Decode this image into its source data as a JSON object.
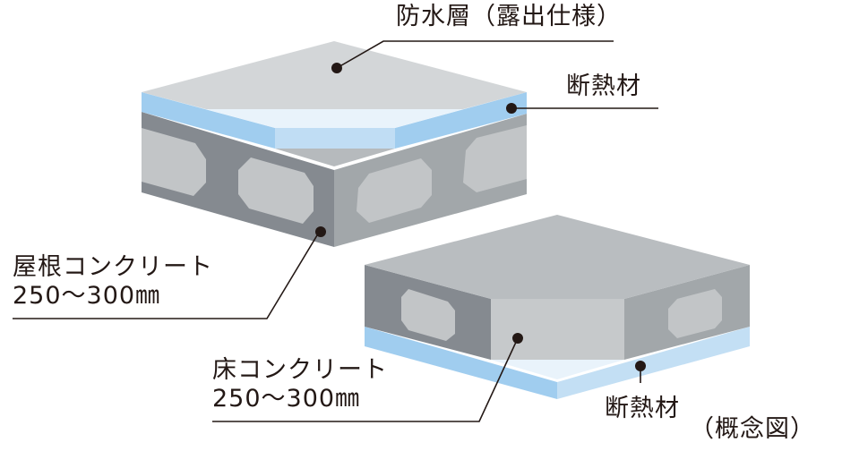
{
  "labels": {
    "waterproof": "防水層（露出仕様）",
    "insulation_top": "断熱材",
    "roof_concrete_line1": "屋根コンクリート",
    "roof_concrete_line2": "250～300㎜",
    "floor_concrete_line1": "床コンクリート",
    "floor_concrete_line2": "250～300㎜",
    "insulation_bottom": "断熱材",
    "caption": "（概念図）"
  },
  "colors": {
    "background": "#ffffff",
    "text": "#231815",
    "top_surface": "#d3d6d8",
    "insulation_blue": "#a0cdef",
    "insulation_light": "#c3dff4",
    "insulation_pale": "#e9f3fb",
    "concrete_dark": "#858a90",
    "concrete_mid": "#a2a7aa",
    "concrete_light": "#c2c5c7",
    "concrete_top": "#b9bdc0"
  }
}
